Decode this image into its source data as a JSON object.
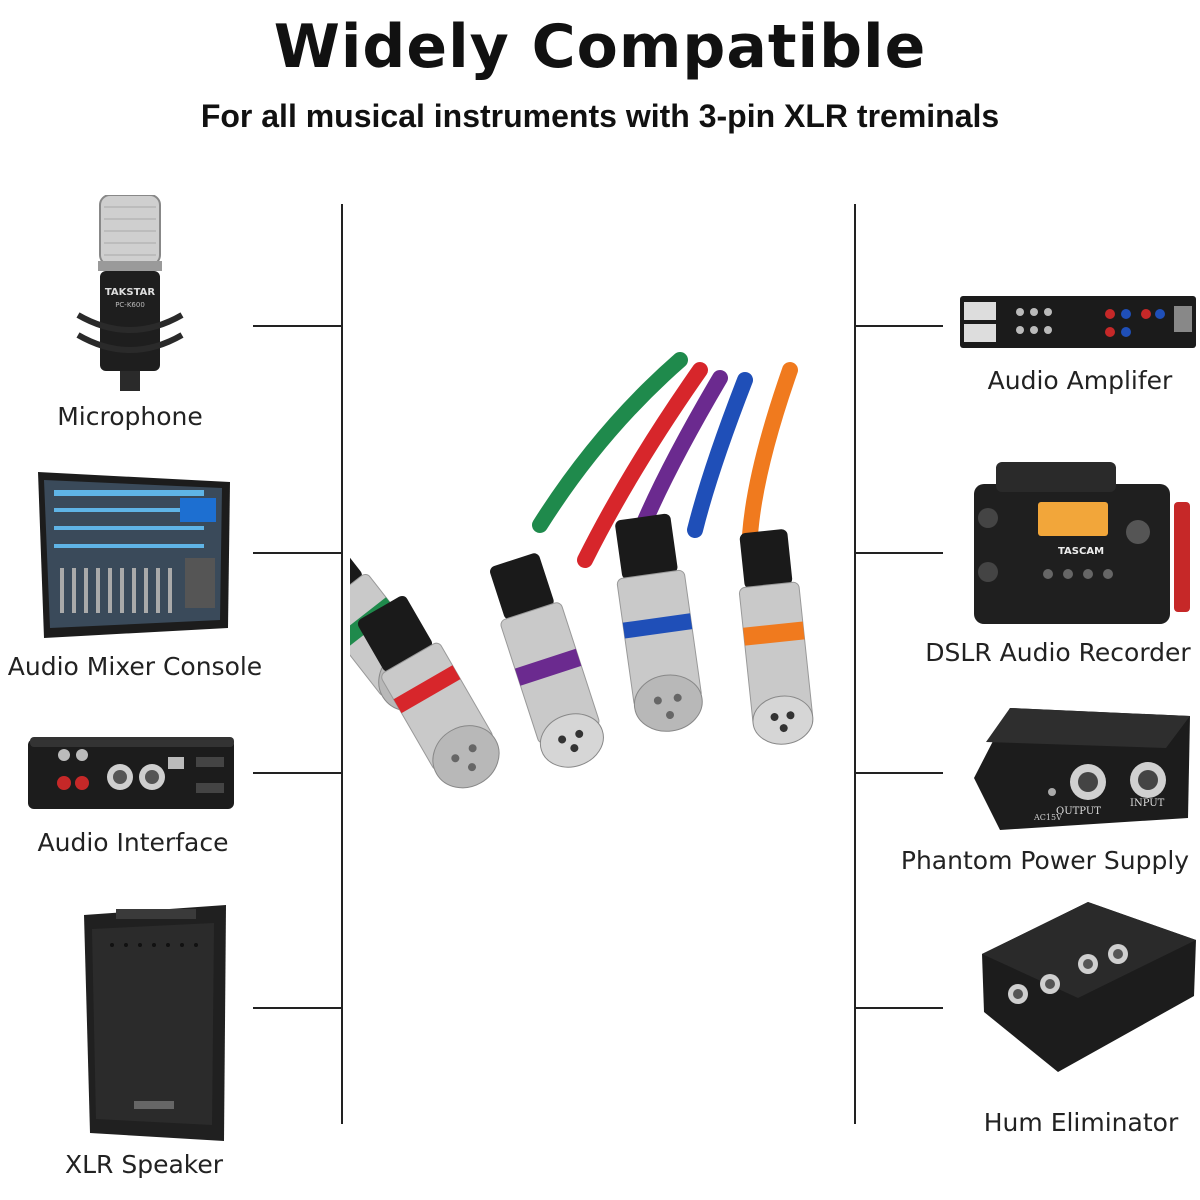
{
  "header": {
    "title": "Widely Compatible",
    "subtitle": "For all musical instruments with 3-pin XLR treminals"
  },
  "left_devices": [
    {
      "label": "Microphone",
      "icon": "microphone-icon"
    },
    {
      "label": "Audio Mixer Console",
      "icon": "mixer-console-icon"
    },
    {
      "label": "Audio Interface",
      "icon": "audio-interface-icon"
    },
    {
      "label": "XLR Speaker",
      "icon": "speaker-icon"
    }
  ],
  "right_devices": [
    {
      "label": "Audio Amplifer",
      "icon": "amplifier-icon"
    },
    {
      "label": "DSLR Audio Recorder",
      "icon": "recorder-icon"
    },
    {
      "label": "Phantom Power Supply",
      "icon": "phantom-power-icon"
    },
    {
      "label": "Hum Eliminator",
      "icon": "hum-eliminator-icon"
    }
  ],
  "brand_marks": {
    "microphone_brand": "TAKSTAR",
    "microphone_model": "PC-K600",
    "recorder_brand": "TASCAM",
    "phantom_output": "OUTPUT",
    "phantom_input": "INPUT",
    "phantom_dc": "AC15V"
  },
  "cable_colors": [
    "#1f8a4c",
    "#d7262b",
    "#6b2a8f",
    "#1f4fb8",
    "#f07a1e"
  ]
}
